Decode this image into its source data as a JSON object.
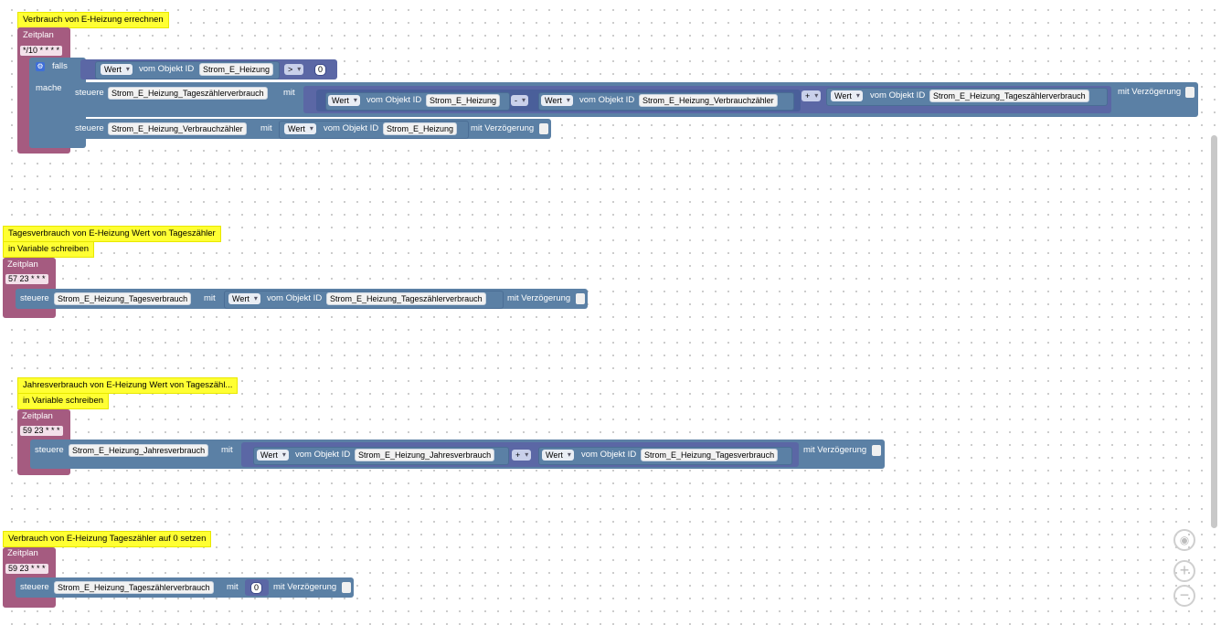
{
  "labels": {
    "zeitplan": "Zeitplan",
    "falls": "falls",
    "mache": "mache",
    "steuere": "steuere",
    "mit": "mit",
    "wert": "Wert",
    "vom_objekt_id": "vom Objekt ID",
    "mit_verzoegerung": "mit Verzögerung"
  },
  "blocks": [
    {
      "comment": "Verbrauch von E-Heizung errechnen",
      "cron": "*/10 * * * *",
      "condition": {
        "object": "Strom_E_Heizung",
        "operator": ">",
        "value": "0"
      },
      "set1": {
        "target": "Strom_E_Heizung_Tageszählerverbrauch",
        "a": "Strom_E_Heizung",
        "op1": "-",
        "b": "Strom_E_Heizung_Verbrauchzähler",
        "op2": "+",
        "c": "Strom_E_Heizung_Tageszählerverbrauch"
      },
      "set2": {
        "target": "Strom_E_Heizung_Verbrauchzähler",
        "source": "Strom_E_Heizung"
      }
    },
    {
      "comment_line1": "Tagesverbrauch von E-Heizung Wert von Tageszähler",
      "comment_line2": "in Variable schreiben",
      "cron": "57 23 * * *",
      "set": {
        "target": "Strom_E_Heizung_Tagesverbrauch",
        "source": "Strom_E_Heizung_Tageszählerverbrauch"
      }
    },
    {
      "comment_line1": "Jahresverbrauch von E-Heizung Wert von Tageszähl...",
      "comment_line2": "in Variable schreiben",
      "cron": "59 23 * * *",
      "set": {
        "target": "Strom_E_Heizung_Jahresverbrauch",
        "a": "Strom_E_Heizung_Jahresverbrauch",
        "op": "+",
        "b": "Strom_E_Heizung_Tagesverbrauch"
      }
    },
    {
      "comment": "Verbrauch von E-Heizung Tageszähler auf 0 setzen",
      "cron": "59 23 * * *",
      "set": {
        "target": "Strom_E_Heizung_Tageszählerverbrauch",
        "value": "0"
      }
    }
  ],
  "controls": {
    "recenter_icon": "recenter-icon",
    "zoom_in": "+",
    "zoom_out": "−"
  }
}
